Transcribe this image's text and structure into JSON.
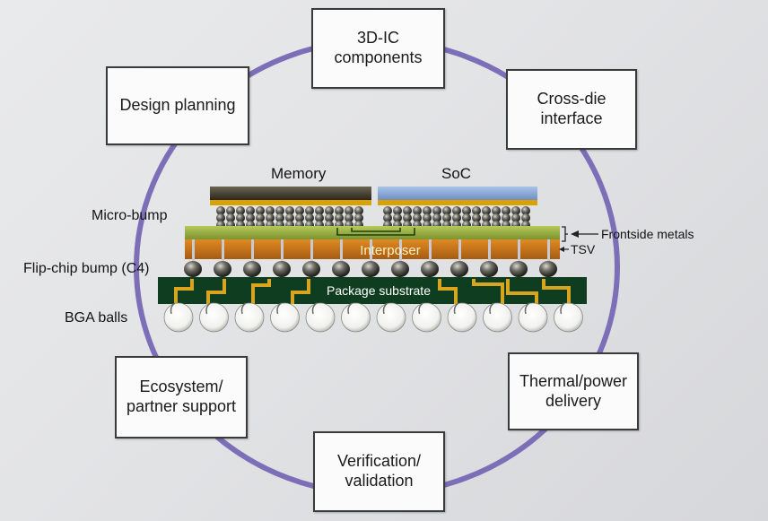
{
  "cycle_boxes": {
    "components": "3D-IC\ncomponents",
    "cross_die": "Cross-die\ninterface",
    "thermal": "Thermal/power\ndelivery",
    "verification": "Verification/\nvalidation",
    "ecosystem": "Ecosystem/\npartner support",
    "design_planning": "Design planning"
  },
  "stack_labels": {
    "memory": "Memory",
    "soc": "SoC",
    "micro_bump": "Micro-bump",
    "flip_chip_bump": "Flip-chip bump (C4)",
    "bga_balls": "BGA balls",
    "frontside_metals": "Frontside metals",
    "tsv": "TSV",
    "interposer": "Interposer",
    "package_substrate": "Package substrate"
  },
  "colors": {
    "ring": "#7d6fb7",
    "memory_die": "#3a3327",
    "soc_die": "#86a7d6",
    "die_base": "#d9a200",
    "interposer_top": "#8fa63a",
    "interposer_body": "#c7781c",
    "substrate": "#0f3d20",
    "routing": "#d9a51f"
  }
}
